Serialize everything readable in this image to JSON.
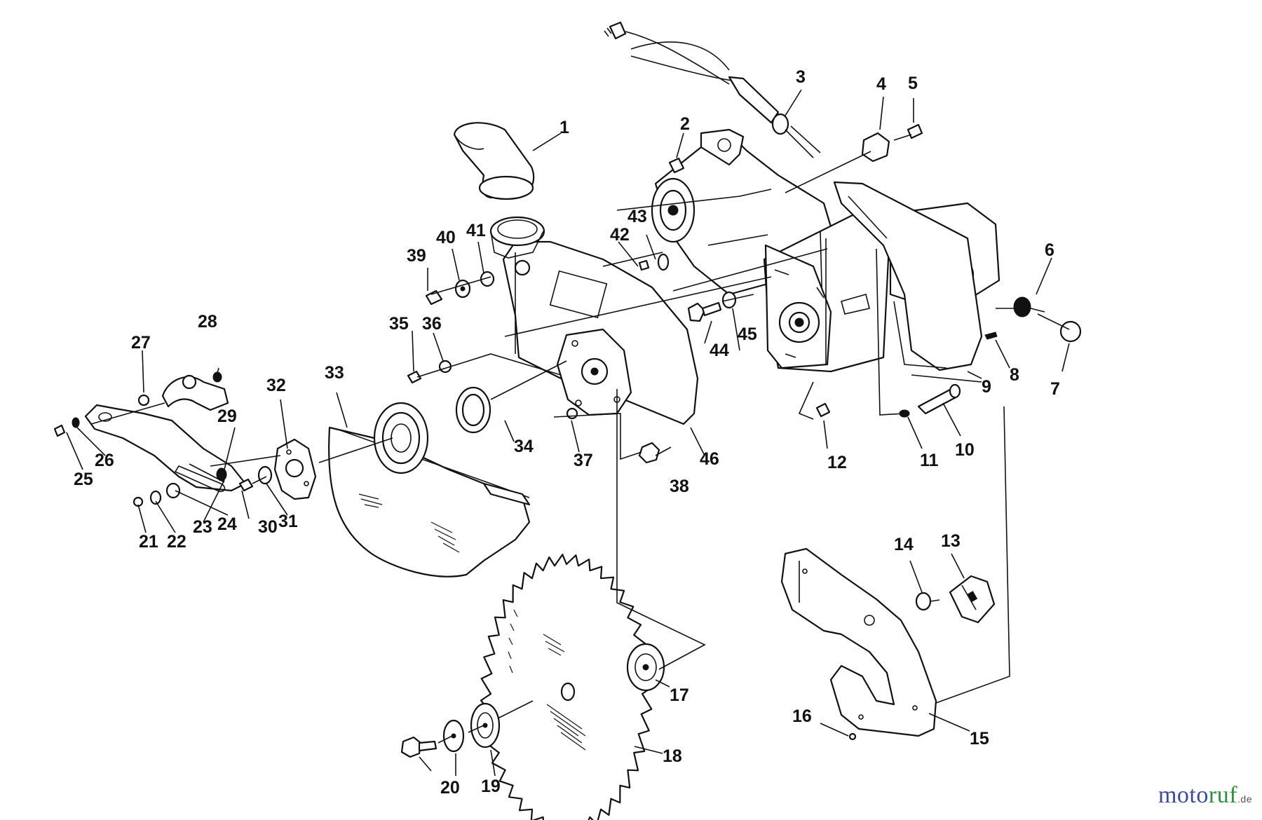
{
  "diagram": {
    "part_numbers": [
      "1",
      "2",
      "3",
      "4",
      "5",
      "6",
      "7",
      "8",
      "9",
      "10",
      "11",
      "12",
      "13",
      "14",
      "15",
      "16",
      "17",
      "18",
      "19",
      "20",
      "21",
      "22",
      "23",
      "24",
      "25",
      "26",
      "27",
      "28",
      "29",
      "30",
      "31",
      "32",
      "33",
      "34",
      "35",
      "36",
      "37",
      "38",
      "39",
      "40",
      "41",
      "42",
      "43",
      "44",
      "45",
      "46"
    ]
  },
  "watermark": {
    "part1": "moto",
    "part2": "ruf",
    "part3": ".de"
  }
}
